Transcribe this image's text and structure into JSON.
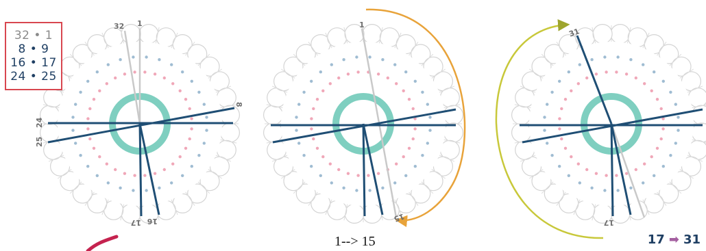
{
  "colors": {
    "thread_dark": "#1f4e74",
    "thread_light": "#c9c9c9",
    "ring": "#7fcfc0",
    "dots_pink": "#f0a7b8",
    "dots_blue": "#9fbcd2",
    "arrow_orange": "#e8a33a",
    "arrow_yellow": "#c8c83a",
    "legend_border": "#d8464f"
  },
  "legend": {
    "rows": [
      "32 • 1",
      "8 • 9",
      "16 • 17",
      "24 • 25"
    ]
  },
  "wheels": [
    {
      "name": "wheel-1",
      "slot_labels": {
        "top_left": "32",
        "top_right": "1",
        "right": "8",
        "left": "24",
        "left_lower": "25",
        "bottom_left": "17",
        "bottom_right": "16"
      }
    },
    {
      "name": "wheel-2",
      "slot_labels": {
        "top": "1",
        "bottom": "15"
      }
    },
    {
      "name": "wheel-3",
      "slot_labels": {
        "top": "31",
        "bottom": "17"
      }
    }
  ],
  "captions": {
    "move_1": "1--> 15",
    "move_2_from": "17",
    "move_2_arrow": "➡",
    "move_2_to": "31"
  }
}
